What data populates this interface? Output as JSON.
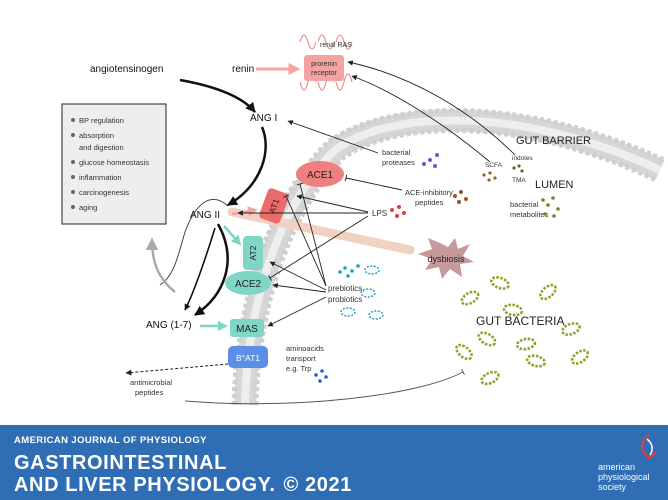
{
  "labels": {
    "angiotensinogen": "angiotensinogen",
    "renin": "renin",
    "renal_ras": "renal RAS",
    "prorenin_l1": "prorenin",
    "prorenin_l2": "receptor",
    "ang1": "ANG I",
    "ang2": "ANG II",
    "ang17": "ANG (1-7)",
    "gut_barrier": "GUT BARRIER",
    "lumen": "LUMEN",
    "gut_bacteria": "GUT BACTERIA",
    "indoles": "indoles",
    "scfa": "SCFA",
    "tma": "TMA",
    "bact_metab_l1": "bacterial",
    "bact_metab_l2": "metabolites",
    "bact_prot_l1": "bacterial",
    "bact_prot_l2": "proteases",
    "acei_l1": "ACE-inhibitory",
    "acei_l2": "peptides",
    "lps": "LPS",
    "dysbiosis": "dysbiosis",
    "prebiotics": "prebiotics,",
    "probiotics": "probiotics",
    "amino_l1": "aminoacids",
    "amino_l2": "transport",
    "amino_l3": "e.g. Trp",
    "antimicrobial_l1": "antimicrobial",
    "antimicrobial_l2": "peptides"
  },
  "receptors": {
    "ace1": "ACE1",
    "at1": "AT1",
    "at2": "AT2",
    "ace2": "ACE2",
    "mas": "MAS",
    "b0at1": "B°AT1"
  },
  "effects": [
    "BP regulation",
    "absorption",
    "and digestion",
    "glucose homeostasis",
    "inflammation",
    "carcinogenesis",
    "aging"
  ],
  "banner": {
    "journal": "AMERICAN JOURNAL OF PHYSIOLOGY",
    "line1": "GASTROINTESTINAL",
    "line2": "AND LIVER PHYSIOLOGY.",
    "copyright": "© 2021",
    "society": [
      "american",
      "physiological",
      "society"
    ]
  },
  "colors": {
    "banner": "#2f6db5",
    "ace_red": "#f08080",
    "at1_red": "#e96b6b",
    "teal": "#7fd6c6",
    "b0at1_blue": "#5b8ee6",
    "bacteria_green": "#8fa228"
  }
}
